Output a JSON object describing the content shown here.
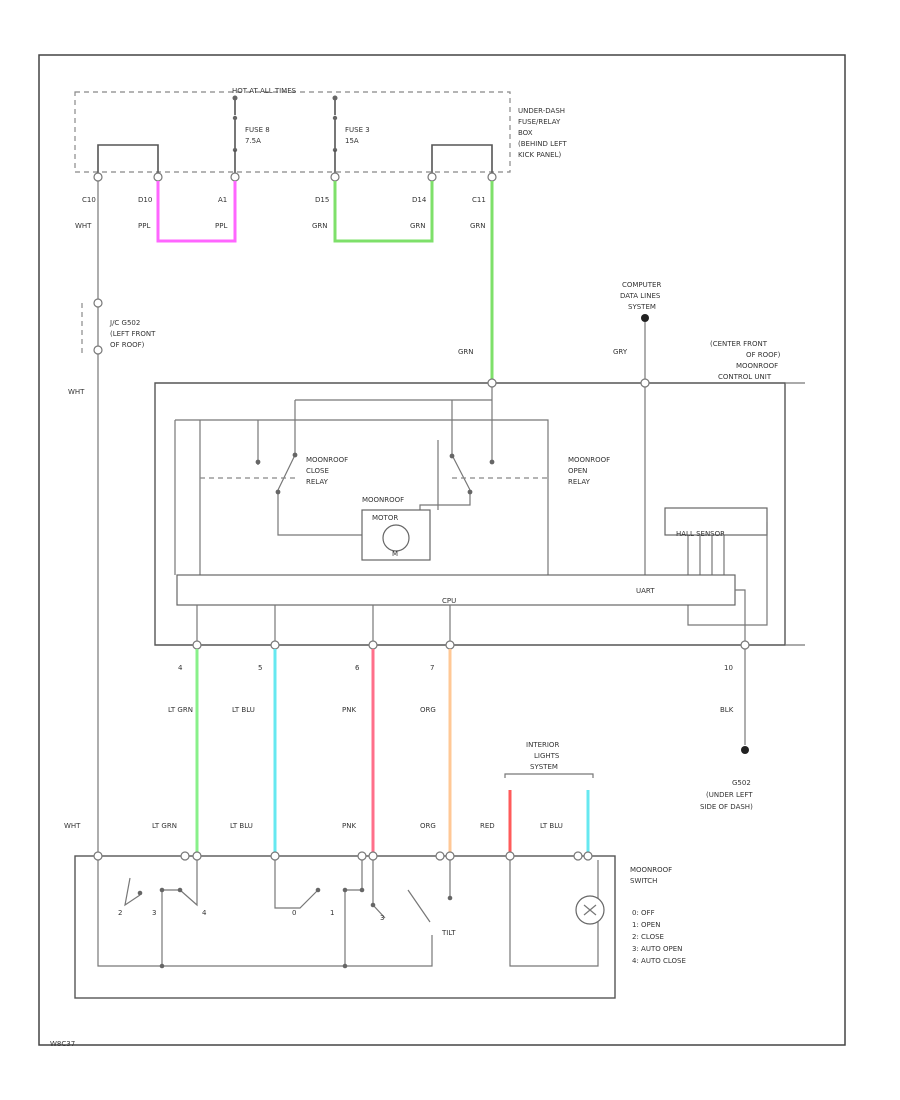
{
  "header": {
    "hot_at_all_times": "HOT AT ALL TIMES"
  },
  "fuse_box": {
    "label_lines": [
      "UNDER-DASH",
      "FUSE/RELAY",
      "BOX",
      "(BEHIND LEFT",
      "KICK PANEL)"
    ],
    "fuse1": {
      "name": "FUSE 8",
      "rating": "7.5A"
    },
    "fuse2": {
      "name": "FUSE 3",
      "rating": "15A"
    },
    "terminals": [
      "C10",
      "D10",
      "A1",
      "D15",
      "D14",
      "C11"
    ]
  },
  "wires": {
    "wht": "WHT",
    "ppl": "PPL",
    "grn": "GRN",
    "gry": "GRY",
    "blk": "BLK",
    "lt_grn": "LT GRN",
    "lt_blu": "LT BLU",
    "pnk": "PNK",
    "org": "ORG",
    "red": "RED"
  },
  "colors": {
    "ppl": "#ff66ff",
    "grn": "#7ee06a",
    "lt_grn": "#88f08a",
    "lt_blu": "#66e8f0",
    "pnk": "#ff6f8a",
    "org": "#ffc896",
    "red": "#ff5a5a"
  },
  "ground_c": {
    "label_lines": [
      "J/C G502",
      "(LEFT FRONT",
      "OF ROOF)"
    ]
  },
  "computer": {
    "label_lines": [
      "COMPUTER",
      "DATA LINES",
      "SYSTEM"
    ]
  },
  "control_unit": {
    "label_lines": [
      "(CENTER FRONT",
      "OF ROOF)",
      "MOONROOF",
      "CONTROL UNIT"
    ],
    "close_relay": [
      "MOONROOF",
      "CLOSE",
      "RELAY"
    ],
    "open_relay": [
      "MOONROOF",
      "OPEN",
      "RELAY"
    ],
    "motor": [
      "MOONROOF",
      "MOTOR"
    ],
    "motor_symbol": "M",
    "hall_sensor": "HALL SENSOR",
    "cpu": "CPU",
    "uart": "UART"
  },
  "pins": {
    "p4": "4",
    "p5": "5",
    "p6": "6",
    "p7": "7",
    "p10": "10"
  },
  "interior": {
    "label_lines": [
      "INTERIOR",
      "LIGHTS",
      "SYSTEM"
    ]
  },
  "ground_g": {
    "label_lines": [
      "G502",
      "(UNDER LEFT",
      "SIDE OF DASH)"
    ]
  },
  "switch": {
    "label_lines": [
      "MOONROOF",
      "SWITCH"
    ],
    "positions": [
      "0: OFF",
      "1: OPEN",
      "2: CLOSE",
      "3: AUTO OPEN",
      "4: AUTO CLOSE"
    ],
    "tilt": "TILT",
    "contact_numbers": [
      "2",
      "3",
      "4",
      "0",
      "1",
      "3"
    ]
  },
  "footer": {
    "code": "W8C37"
  }
}
